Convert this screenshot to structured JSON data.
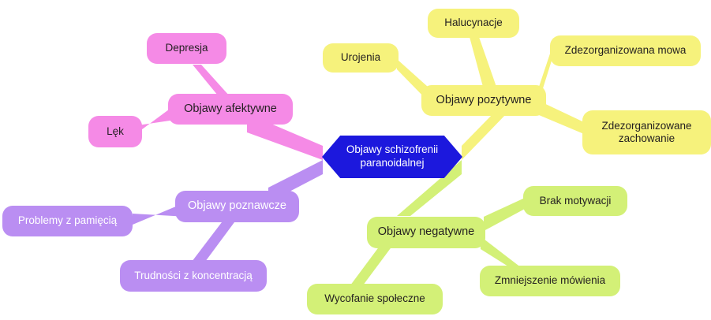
{
  "diagram": {
    "type": "mind-map",
    "title": "Objawy schizofrenii paranoidalnej",
    "background": "#ffffff",
    "center": {
      "label": "Objawy schizofrenii\nparanoidalnej",
      "shape": "hexagon",
      "fill": "#1c18dd",
      "text_color": "#ffffff"
    },
    "branches": [
      {
        "id": "afektywne",
        "label": "Objawy afektywne",
        "color": "#f58ae6",
        "text_color": "#231f20",
        "children": [
          {
            "id": "depresja",
            "label": "Depresja"
          },
          {
            "id": "lek",
            "label": "Lęk"
          }
        ]
      },
      {
        "id": "pozytywne",
        "label": "Objawy pozytywne",
        "color": "#f6f27c",
        "text_color": "#231f20",
        "children": [
          {
            "id": "urojenia",
            "label": "Urojenia"
          },
          {
            "id": "halucynacje",
            "label": "Halucynacje"
          },
          {
            "id": "mowa",
            "label": "Zdezorganizowana mowa"
          },
          {
            "id": "zachowanie",
            "label": "Zdezorganizowane\nzachowanie"
          }
        ]
      },
      {
        "id": "negatywne",
        "label": "Objawy negatywne",
        "color": "#d3f077",
        "text_color": "#231f20",
        "children": [
          {
            "id": "motywacja",
            "label": "Brak motywacji"
          },
          {
            "id": "mowienie",
            "label": "Zmniejszenie mówienia"
          },
          {
            "id": "wycofanie",
            "label": "Wycofanie społeczne"
          }
        ]
      },
      {
        "id": "poznawcze",
        "label": "Objawy poznawcze",
        "color": "#ba8ef2",
        "text_color": "#ffffff",
        "children": [
          {
            "id": "pamiec",
            "label": "Problemy z pamięcią"
          },
          {
            "id": "koncentracja",
            "label": "Trudności z koncentracją"
          }
        ]
      }
    ]
  }
}
